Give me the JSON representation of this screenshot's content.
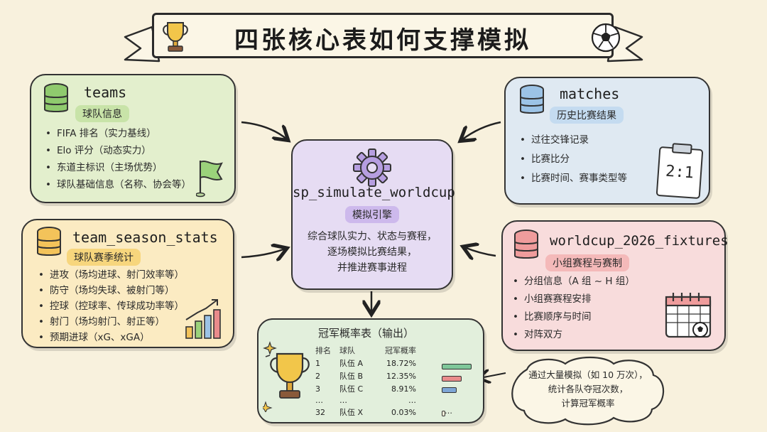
{
  "banner": {
    "title": "四张核心表如何支撑模拟"
  },
  "teams": {
    "title": "teams",
    "tag": "球队信息",
    "items": [
      "FIFA 排名（实力基线）",
      "Elo 评分（动态实力）",
      "东道主标识（主场优势）",
      "球队基础信息（名称、协会等）"
    ]
  },
  "matches": {
    "title": "matches",
    "tag": "历史比赛结果",
    "items": [
      "过往交锋记录",
      "比赛比分",
      "比赛时间、赛事类型等"
    ],
    "score": "2:1"
  },
  "stats": {
    "title": "team_season_stats",
    "tag": "球队赛季统计",
    "items": [
      "进攻（场均进球、射门效率等）",
      "防守（场均失球、被射门等）",
      "控球（控球率、传球成功率等）",
      "射门（场均射门、射正等）",
      "预期进球（xG、xGA）"
    ]
  },
  "fixtures": {
    "title": "worldcup_2026_fixtures",
    "tag": "小组赛程与赛制",
    "items": [
      "分组信息（A 组 ~ H 组）",
      "小组赛赛程安排",
      "比赛顺序与时间",
      "对阵双方"
    ]
  },
  "engine": {
    "title": "sp_simulate_worldcup",
    "tag": "模拟引擎",
    "lines": [
      "综合球队实力、状态与赛程，",
      "逐场模拟比赛结果，",
      "并推进赛事进程"
    ]
  },
  "output": {
    "title": "冠军概率表（输出）",
    "headers": [
      "排名",
      "球队",
      "冠军概率"
    ],
    "rows": [
      {
        "rank": "1",
        "team": "队伍 A",
        "prob": "18.72%",
        "value": 18.72,
        "color": "#7fc79a"
      },
      {
        "rank": "2",
        "team": "队伍 B",
        "prob": "12.35%",
        "value": 12.35,
        "color": "#e98b8b"
      },
      {
        "rank": "3",
        "team": "队伍 C",
        "prob": "8.91%",
        "value": 8.91,
        "color": "#7ea6d6"
      },
      {
        "rank": "…",
        "team": "…",
        "prob": "…",
        "value": 0,
        "color": ""
      },
      {
        "rank": "32",
        "team": "队伍 X",
        "prob": "0.03%",
        "value": 0.03,
        "color": "#f6f0d8"
      }
    ],
    "more": "…"
  },
  "cloud": {
    "lines": [
      "通过大量模拟（如 10 万次），",
      "统计各队夺冠次数，",
      "计算冠军概率"
    ]
  },
  "colors": {
    "teams_bg": "#e3efcd",
    "matches_bg": "#dfe9f2",
    "stats_bg": "#fbebc2",
    "fixtures_bg": "#f8dcdc",
    "engine_bg": "#e6dcf3",
    "output_bg": "#e2efdc"
  }
}
